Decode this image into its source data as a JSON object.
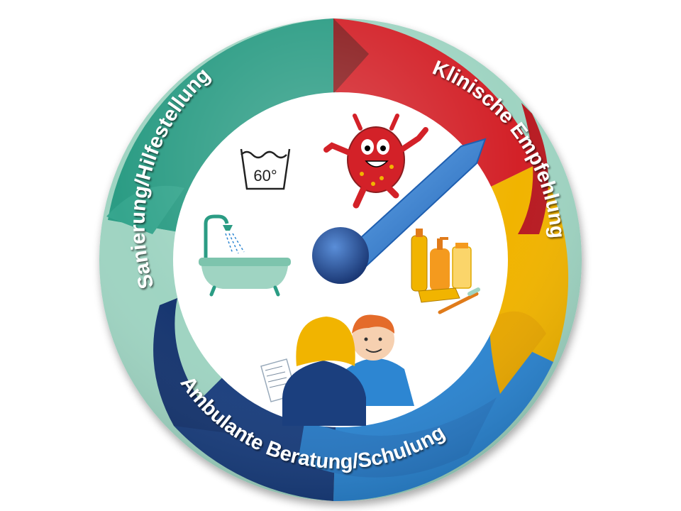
{
  "diagram": {
    "segments": [
      {
        "id": "klinische-empfehlung",
        "label": "Klinische Empfehlung",
        "color": "#d32128"
      },
      {
        "id": "yellow",
        "label": "",
        "color": "#f1b400"
      },
      {
        "id": "ambulante-beratung",
        "label": "Ambulante Beratung/Schulung",
        "color": "#1e4f9a"
      },
      {
        "id": "sanierung",
        "label": "Sanierung/Hilfestellung",
        "color": "#2b9c84"
      }
    ],
    "wash_symbol_text": "60°",
    "colors": {
      "red": "#d32128",
      "dark_red": "#8a1d1f",
      "yellow": "#f1b400",
      "navy": "#1b3f7e",
      "light_blue": "#2d86d2",
      "teal": "#2b9c84",
      "mint": "#9fd4c2",
      "hand_blue": "#3b83d6"
    },
    "icons": [
      "wash-60-icon",
      "germ-monster-icon",
      "bathtub-shower-icon",
      "hygiene-products-icon",
      "consultation-people-icon"
    ]
  }
}
